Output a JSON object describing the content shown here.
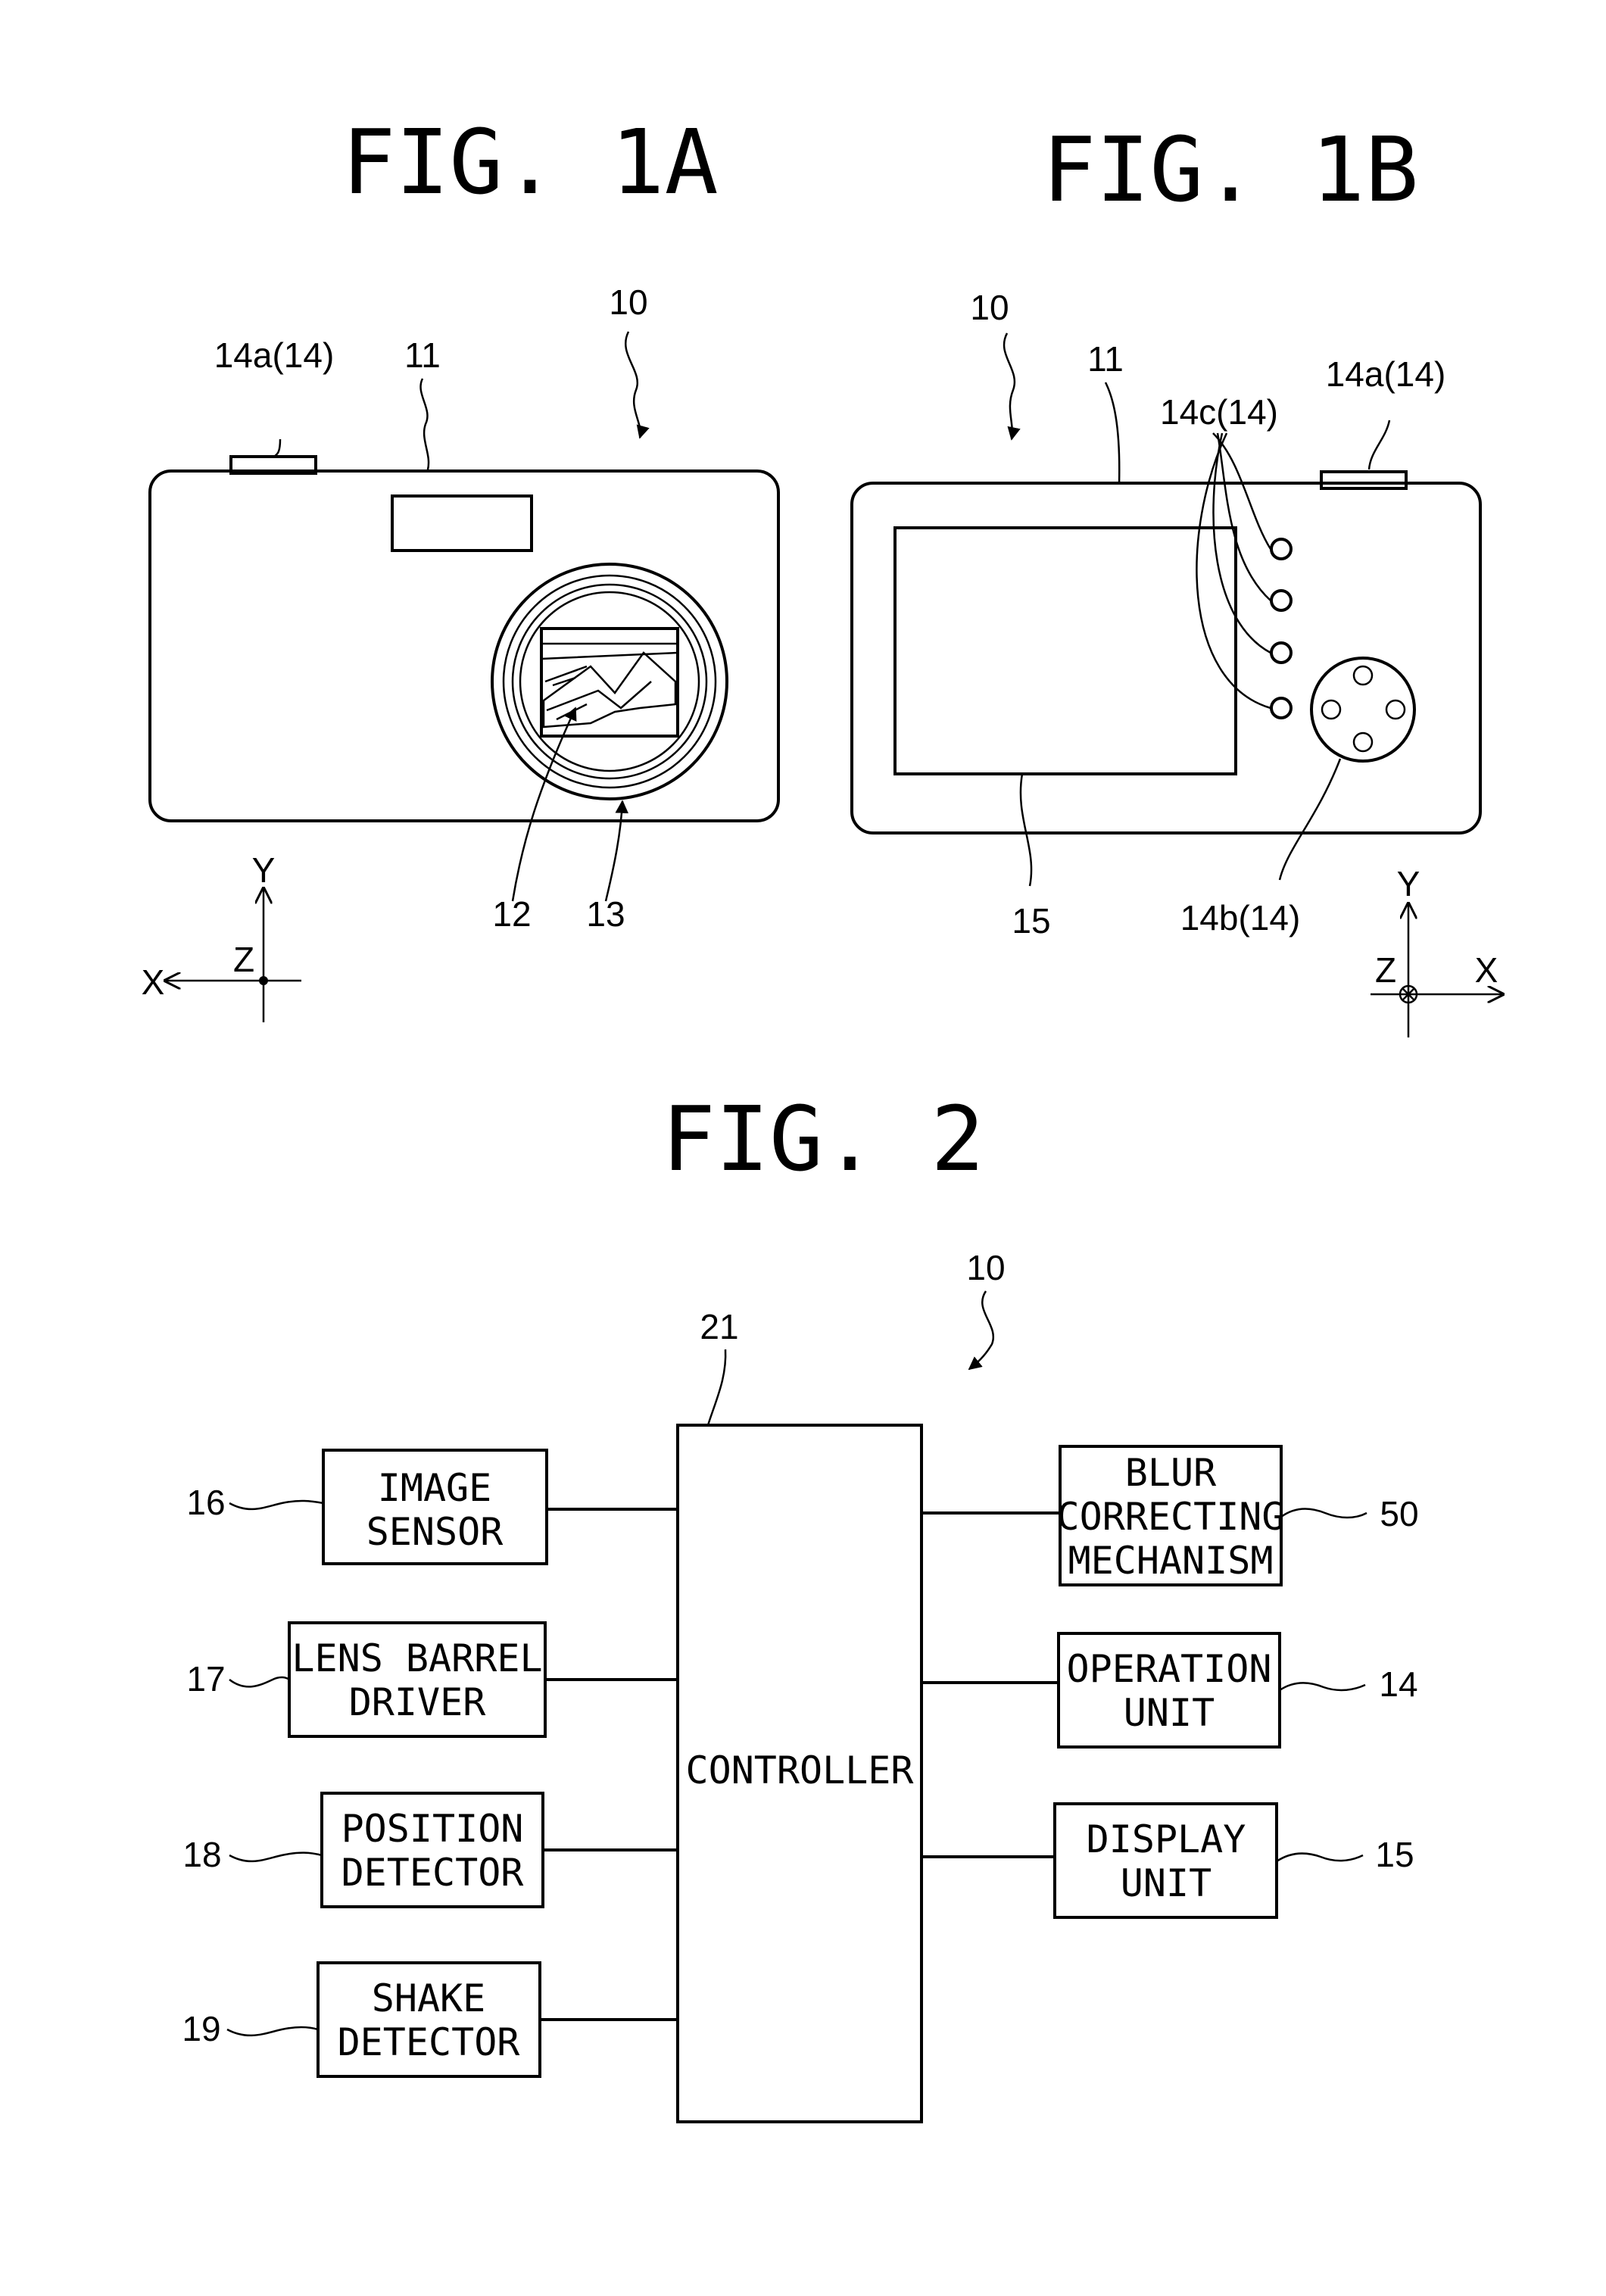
{
  "figures": {
    "fig1a": {
      "title": "FIG. 1A",
      "labels": {
        "camera": "10",
        "body": "11",
        "button": "14a(14)",
        "image_sensor": "12",
        "lens": "13"
      },
      "axes": {
        "x": "X",
        "y": "Y",
        "z": "Z"
      }
    },
    "fig1b": {
      "title": "FIG. 1B",
      "labels": {
        "camera": "10",
        "body": "11",
        "buttons_side": "14c(14)",
        "button_top": "14a(14)",
        "display": "15",
        "dial": "14b(14)"
      },
      "axes": {
        "x": "X",
        "y": "Y",
        "z": "Z"
      }
    },
    "fig2": {
      "title": "FIG. 2",
      "labels": {
        "camera": "10",
        "controller_ref": "21"
      },
      "controller": "CONTROLLER",
      "left_blocks": [
        {
          "ref": "16",
          "lines": [
            "IMAGE",
            "SENSOR"
          ]
        },
        {
          "ref": "17",
          "lines": [
            "LENS BARREL",
            "DRIVER"
          ]
        },
        {
          "ref": "18",
          "lines": [
            "POSITION",
            "DETECTOR"
          ]
        },
        {
          "ref": "19",
          "lines": [
            "SHAKE",
            "DETECTOR"
          ]
        }
      ],
      "right_blocks": [
        {
          "ref": "50",
          "lines": [
            "BLUR",
            "CORRECTING",
            "MECHANISM"
          ]
        },
        {
          "ref": "14",
          "lines": [
            "OPERATION",
            "UNIT"
          ]
        },
        {
          "ref": "15",
          "lines": [
            "DISPLAY",
            "UNIT"
          ]
        }
      ]
    }
  }
}
